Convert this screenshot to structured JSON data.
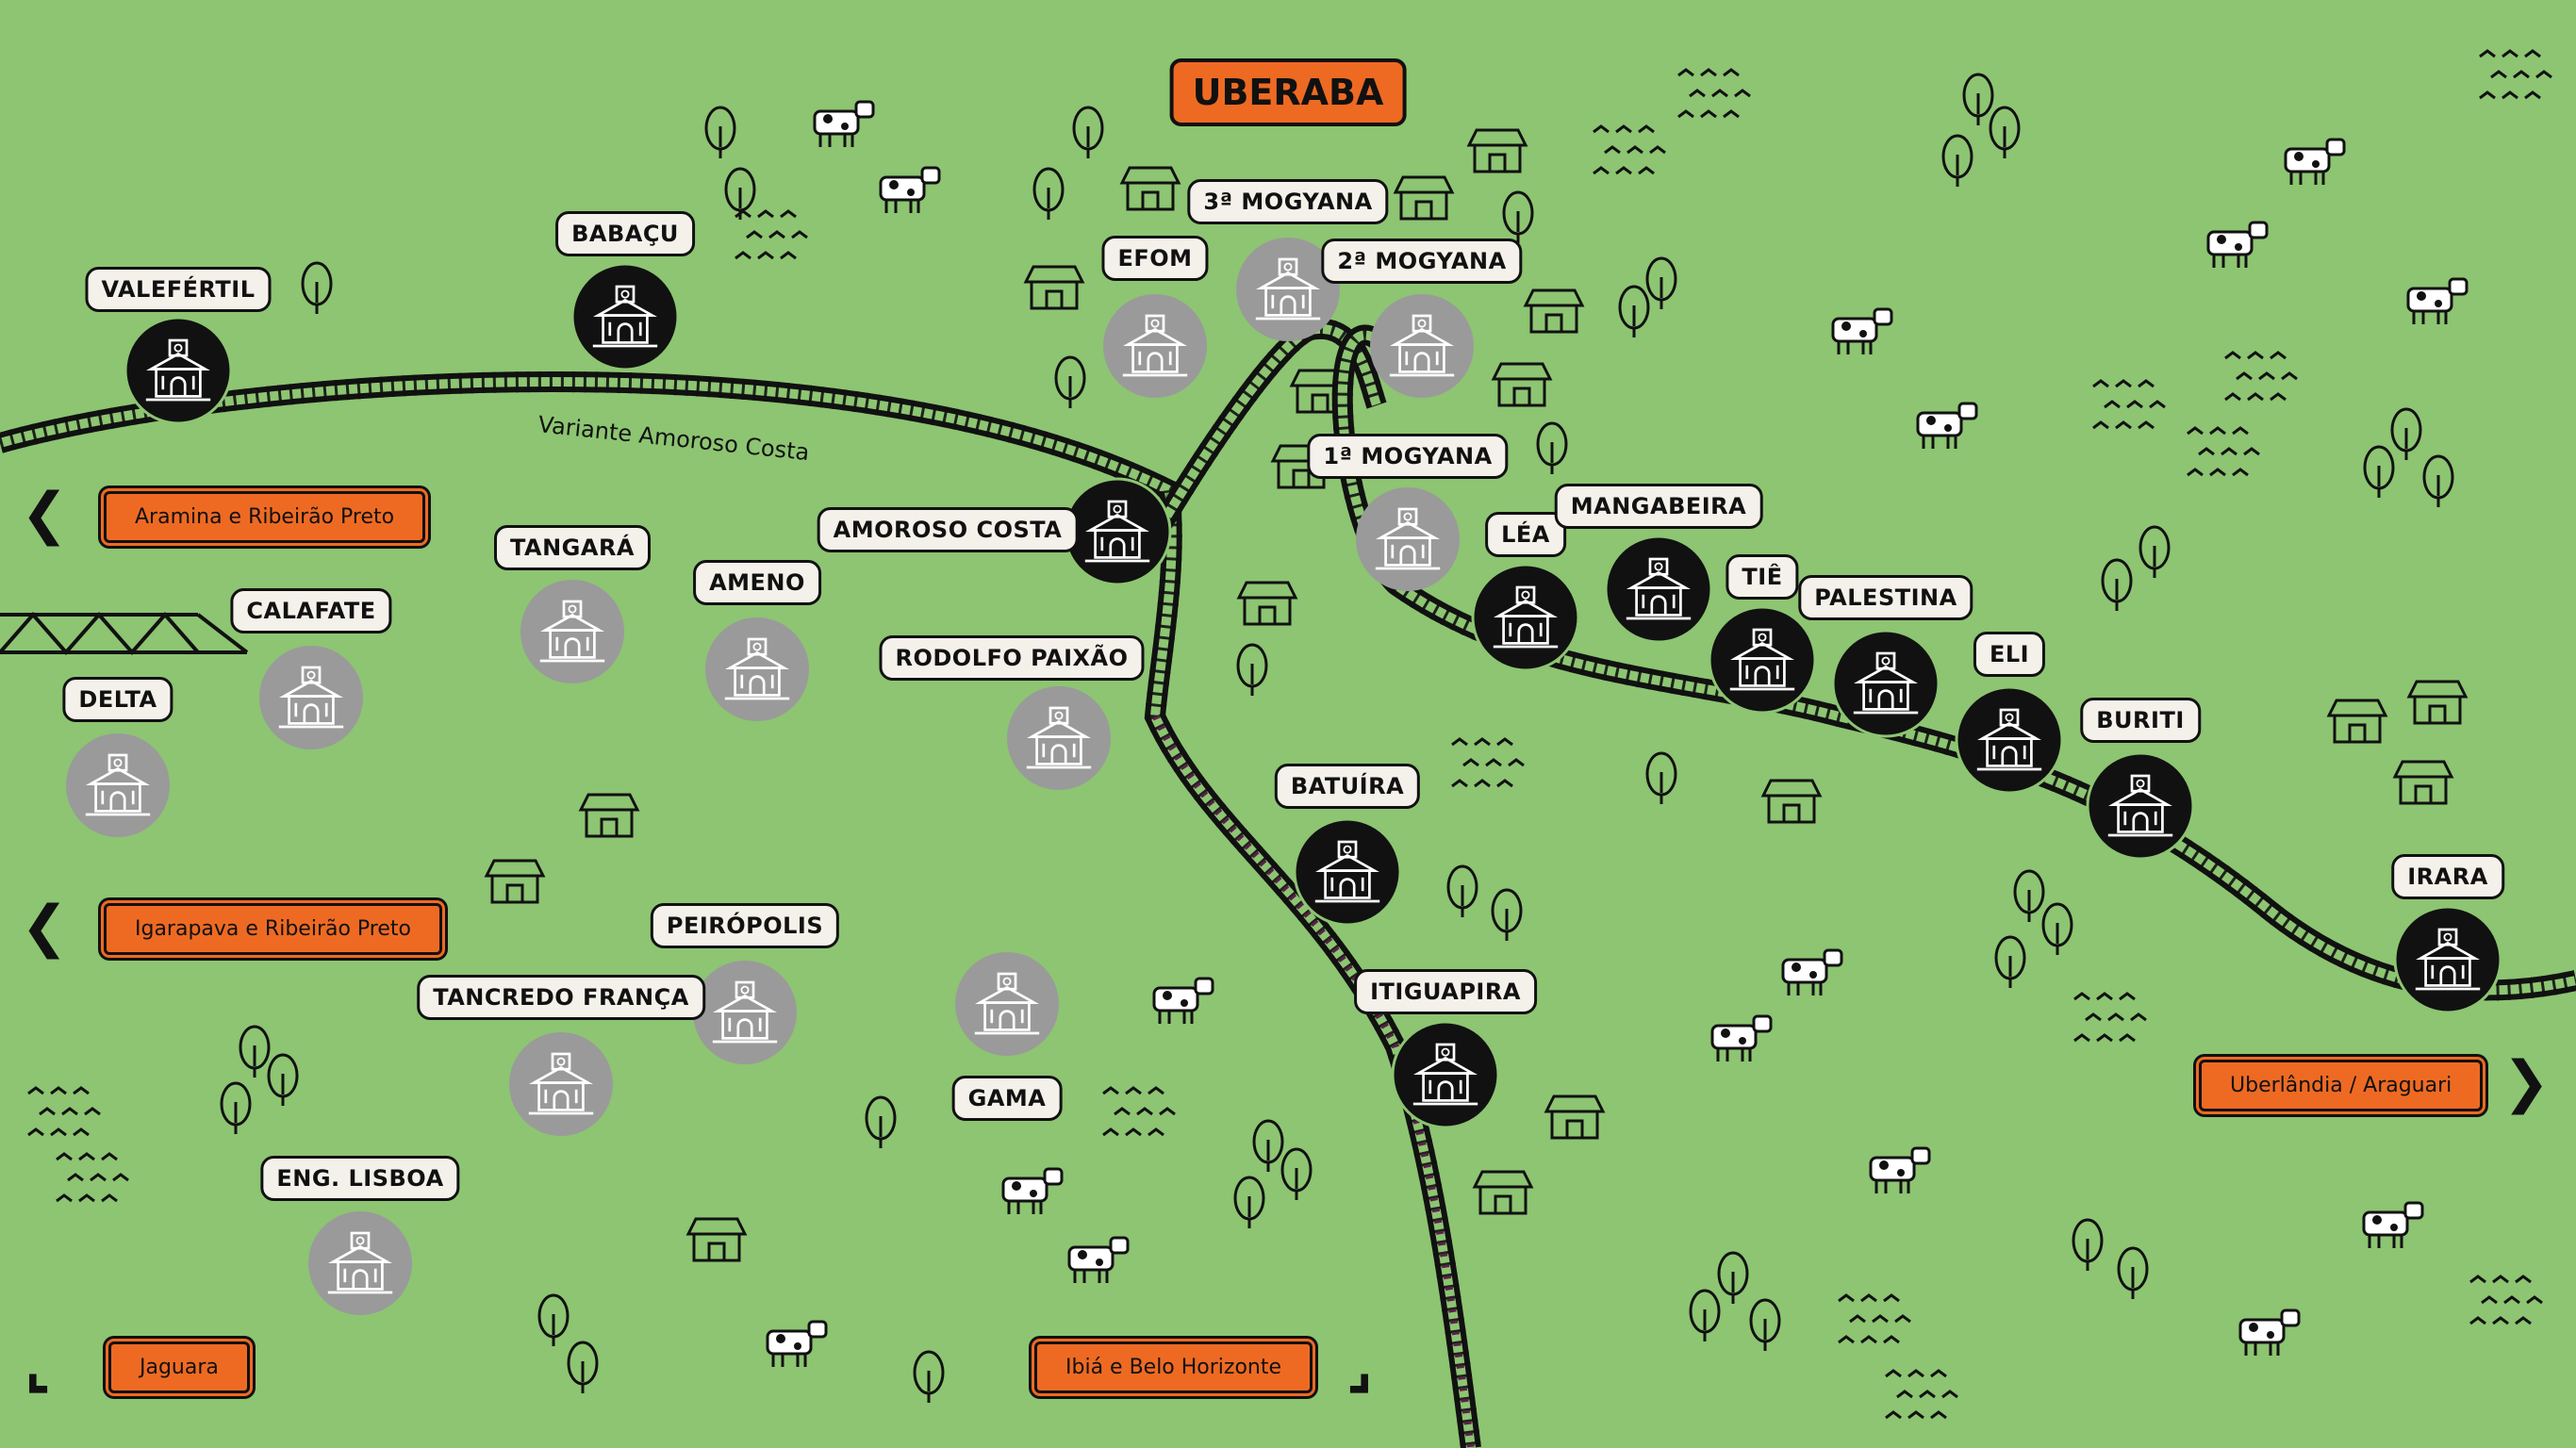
{
  "title": "UBERABA",
  "colors": {
    "background": "#8dc572",
    "accent": "#ee6a23",
    "active_station": "#111111",
    "inactive_station": "#9a9a9a",
    "rail_main": "#111111",
    "rail_south": "#5a1f4a"
  },
  "line_label": "Variante Amoroso Costa",
  "stations": [
    {
      "name": "VALEFÉRTIL",
      "status": "active"
    },
    {
      "name": "BABAÇU",
      "status": "active"
    },
    {
      "name": "EFOM",
      "status": "inactive"
    },
    {
      "name": "3ª MOGYANA",
      "status": "inactive"
    },
    {
      "name": "2ª MOGYANA",
      "status": "inactive"
    },
    {
      "name": "1ª MOGYANA",
      "status": "inactive"
    },
    {
      "name": "AMOROSO COSTA",
      "status": "active"
    },
    {
      "name": "TANGARÁ",
      "status": "inactive"
    },
    {
      "name": "AMENO",
      "status": "inactive"
    },
    {
      "name": "CALAFATE",
      "status": "inactive"
    },
    {
      "name": "DELTA",
      "status": "inactive"
    },
    {
      "name": "RODOLFO PAIXÃO",
      "status": "inactive"
    },
    {
      "name": "LÉA",
      "status": "active"
    },
    {
      "name": "MANGABEIRA",
      "status": "active"
    },
    {
      "name": "TIÊ",
      "status": "active"
    },
    {
      "name": "PALESTINA",
      "status": "active"
    },
    {
      "name": "ELI",
      "status": "active"
    },
    {
      "name": "BURITI",
      "status": "active"
    },
    {
      "name": "IRARA",
      "status": "active"
    },
    {
      "name": "BATUÍRA",
      "status": "active"
    },
    {
      "name": "ITIGUAPIRA",
      "status": "active"
    },
    {
      "name": "PEIRÓPOLIS",
      "status": "inactive"
    },
    {
      "name": "TANCREDO FRANÇA",
      "status": "inactive"
    },
    {
      "name": "GAMA",
      "status": "inactive"
    },
    {
      "name": "ENG. LISBOA",
      "status": "inactive"
    }
  ],
  "destinations": {
    "aramina": "Aramina e Ribeirão Preto",
    "igarapava": "Igarapava e Ribeirão Preto",
    "jaguara": "Jaguara",
    "ibia": "Ibiá e Belo Horizonte",
    "uberlandia": "Uberlândia / Araguari"
  },
  "icons": [
    "station-icon",
    "tree-icon",
    "house-icon",
    "cow-icon",
    "grass-icon",
    "bridge-icon",
    "arrow-left-icon",
    "arrow-right-icon",
    "arrow-corner-icon"
  ]
}
